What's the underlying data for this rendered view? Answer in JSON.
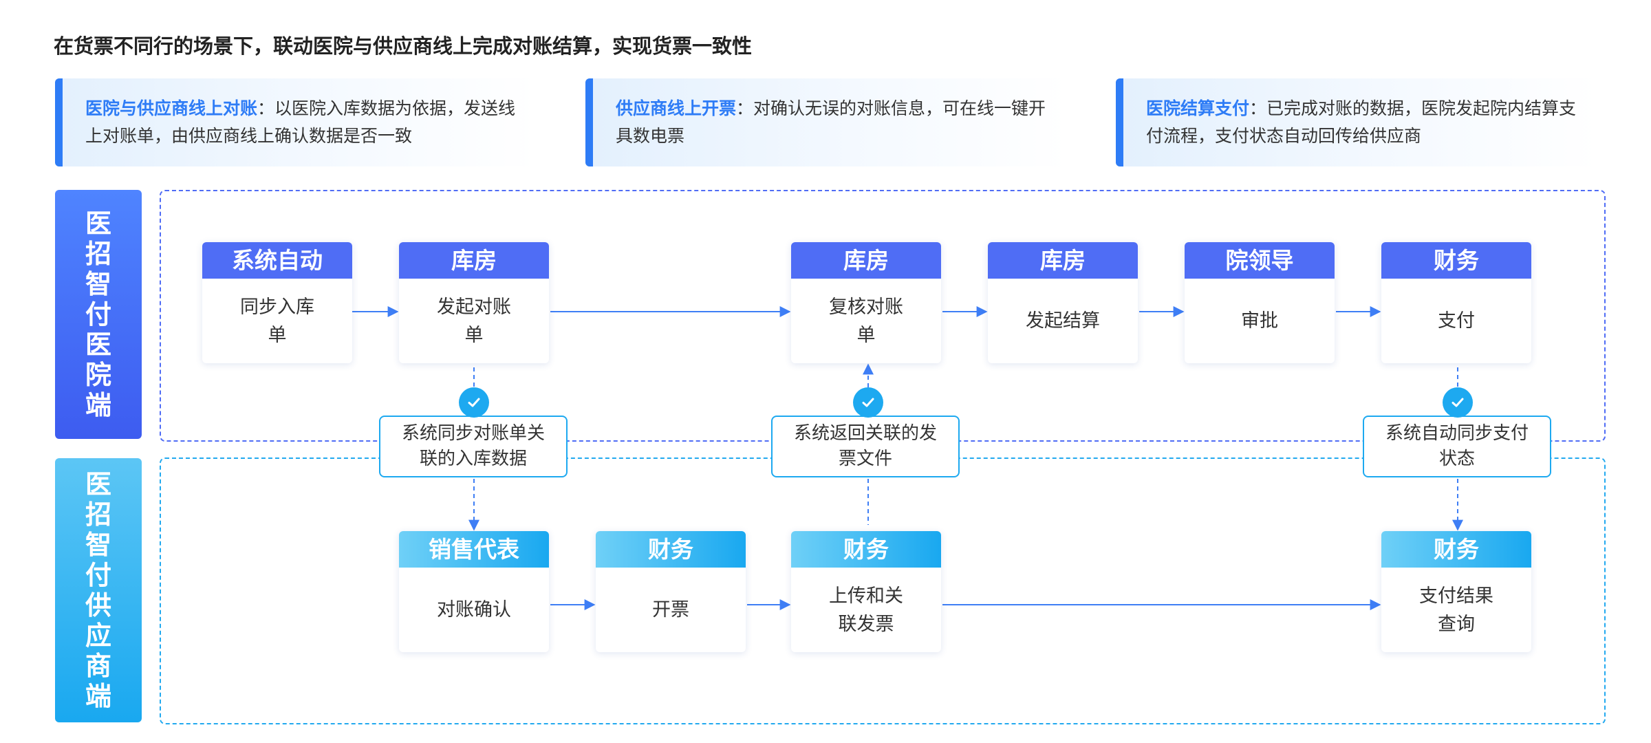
{
  "title": "在货票不同行的场景下，联动医院与供应商线上完成对账结算，实现货票一致性",
  "info_cards": [
    {
      "highlight": "医院与供应商线上对账",
      "text": "：以医院入库数据为依据，发送线上对账单，由供应商线上确认数据是否一致"
    },
    {
      "highlight": "供应商线上开票",
      "text": "：对确认无误的对账信息，可在线一键开具数电票"
    },
    {
      "highlight": "医院结算支付",
      "text": "：已完成对账的数据，医院发起院内结算支付流程，支付状态自动回传给供应商"
    }
  ],
  "lanes": {
    "hospital": "医招智付医院端",
    "supplier": "医招智付供应商端"
  },
  "hospital_steps": [
    {
      "role": "系统自动",
      "action": "同步入库单"
    },
    {
      "role": "库房",
      "action": "发起对账单"
    },
    {
      "role": "库房",
      "action": "复核对账单"
    },
    {
      "role": "库房",
      "action": "发起结算"
    },
    {
      "role": "院领导",
      "action": "审批"
    },
    {
      "role": "财务",
      "action": "支付"
    }
  ],
  "supplier_steps": [
    {
      "role": "销售代表",
      "action": "对账确认"
    },
    {
      "role": "财务",
      "action": "开票"
    },
    {
      "role": "财务",
      "action": "上传和关联发票"
    },
    {
      "role": "财务",
      "action": "支付结果查询"
    }
  ],
  "sync_notes": [
    "系统同步对账单关联的入库数据",
    "系统返回关联的发票文件",
    "系统自动同步支付状态"
  ],
  "colors": {
    "accent": "#2e7cf6",
    "hospital_header": "#4f6df5",
    "supplier_header": "#19a8f0",
    "check": "#1da9f0",
    "arrow": "#3e7ef5"
  },
  "icons": {
    "check": "check-circle-icon",
    "arrow": "arrow-right-icon"
  }
}
